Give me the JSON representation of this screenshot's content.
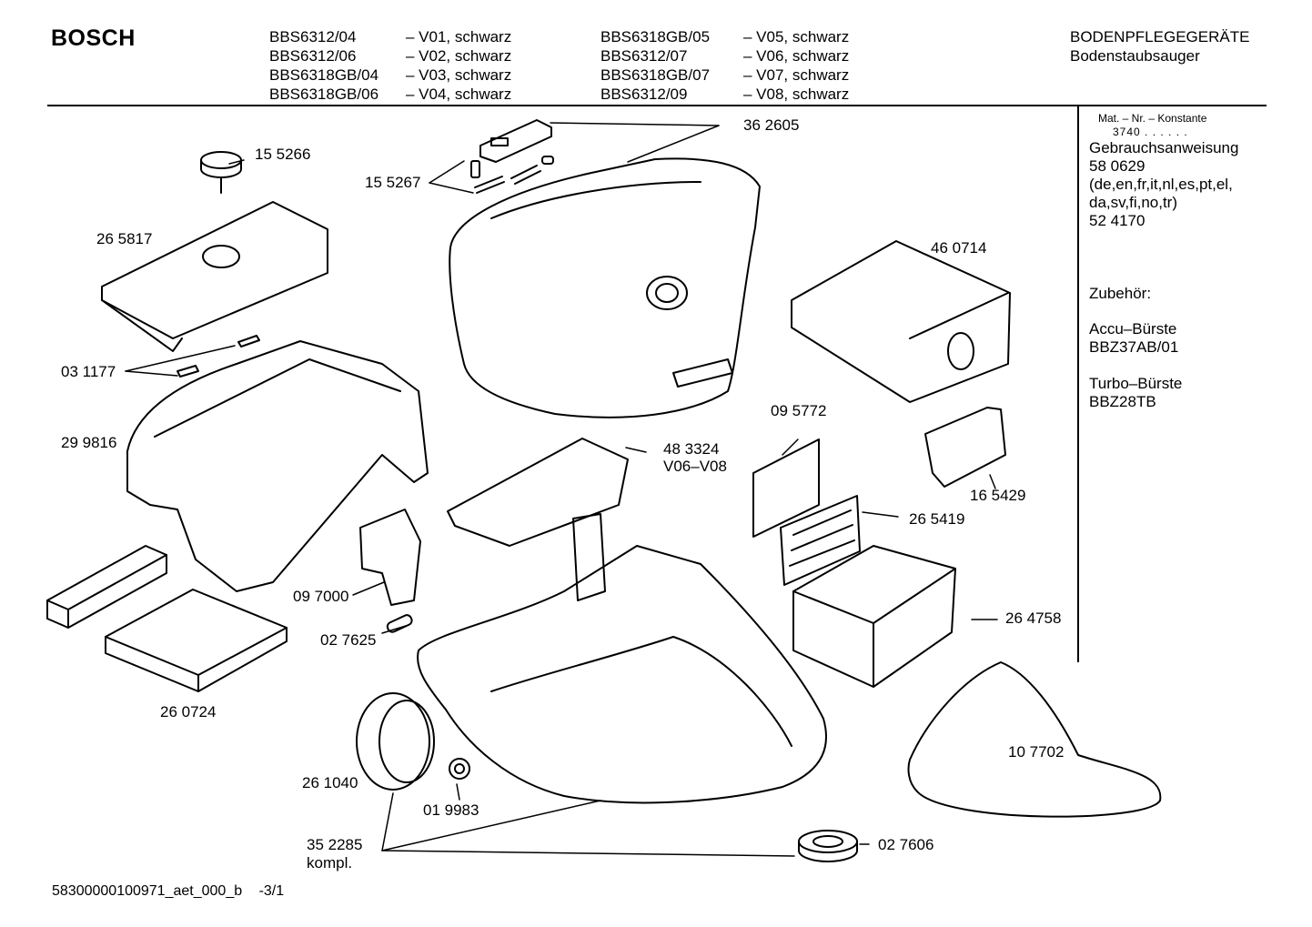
{
  "header": {
    "brand": "BOSCH",
    "models_col1": [
      {
        "model": "BBS6312/04",
        "variant": "– V01, schwarz"
      },
      {
        "model": "BBS6312/06",
        "variant": "– V02, schwarz"
      },
      {
        "model": "BBS6318GB/04",
        "variant": "– V03, schwarz"
      },
      {
        "model": "BBS6318GB/06",
        "variant": "– V04, schwarz"
      }
    ],
    "models_col2": [
      {
        "model": "BBS6318GB/05",
        "variant": "– V05, schwarz"
      },
      {
        "model": "BBS6312/07",
        "variant": "– V06, schwarz"
      },
      {
        "model": "BBS6318GB/07",
        "variant": "– V07, schwarz"
      },
      {
        "model": "BBS6312/09",
        "variant": "– V08, schwarz"
      }
    ],
    "category": "BODENPFLEGEGERÄTE",
    "subcategory": "Bodenstaubsauger"
  },
  "sidebar": {
    "mat_label": "Mat. – Nr. – Konstante",
    "mat_value": "3740 . . . . . .",
    "manual_label": "Gebrauchsanweisung",
    "manual_number": "58 0629",
    "manual_langs_1": "(de,en,fr,it,nl,es,pt,el,",
    "manual_langs_2": "da,sv,fi,no,tr)",
    "manual_number_2": "52 4170",
    "accessories_label": "Zubehör:",
    "acc1_name": "Accu–Bürste",
    "acc1_code": "BBZ37AB/01",
    "acc2_name": "Turbo–Bürste",
    "acc2_code": "BBZ28TB"
  },
  "parts": {
    "p155266": "15 5266",
    "p155267": "15 5267",
    "p362605": "36 2605",
    "p265817": "26 5817",
    "p460714": "46 0714",
    "p031177": "03 1177",
    "p299816": "29 9816",
    "p095772": "09 5772",
    "p483324": "48 3324",
    "p483324_note": "V06–V08",
    "p165429": "16 5429",
    "p265419": "26 5419",
    "p097000": "09 7000",
    "p264758": "26 4758",
    "p027625": "02 7625",
    "p260724": "26 0724",
    "p107702": "10 7702",
    "p261040": "26 1040",
    "p019983": "01 9983",
    "p352285": "35 2285",
    "p352285_note": "kompl.",
    "p027606": "02 7606"
  },
  "footer": {
    "doc_id": "58300000100971_aet_000_b",
    "page": "-3/1"
  }
}
